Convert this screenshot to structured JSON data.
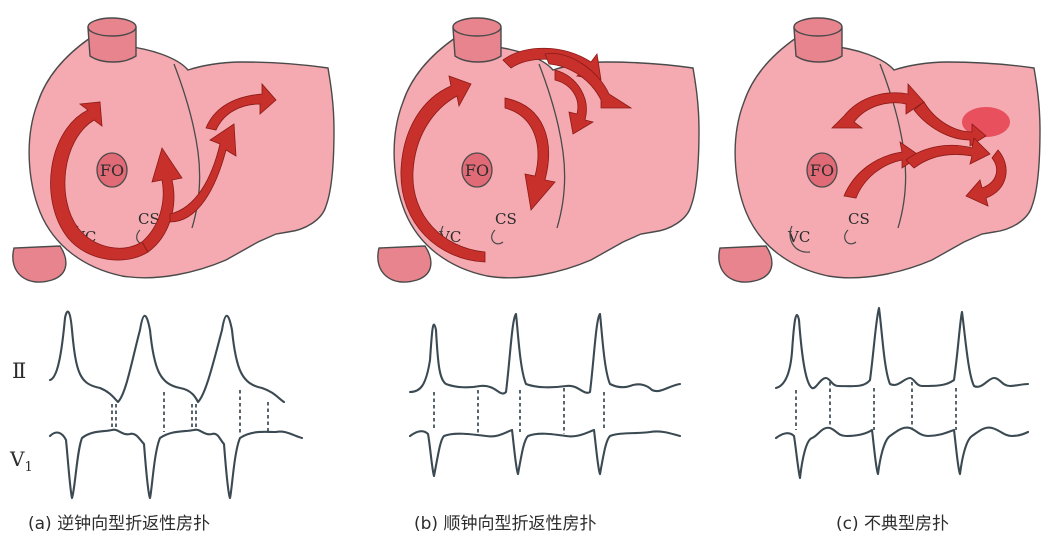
{
  "panels": [
    {
      "anatomy_labels": {
        "fo": "FO",
        "vc": "VC",
        "cs": "CS"
      },
      "caption": "(a) 逆钟向型折返性房扑"
    },
    {
      "anatomy_labels": {
        "fo": "FO",
        "vc": "VC",
        "cs": "CS"
      },
      "caption": "(b) 顺钟向型折返性房扑"
    },
    {
      "anatomy_labels": {
        "fo": "FO",
        "vc": "VC",
        "cs": "CS"
      },
      "caption": "(c) 不典型房扑"
    }
  ],
  "leads": {
    "lead_ii": "Ⅱ",
    "lead_v": "V",
    "lead_v_sub": "1"
  },
  "colors": {
    "atrium_fill": "#f4aab0",
    "vessel_fill": "#e8848e",
    "fo_fill": "#e06a76",
    "arrow_fill": "#c8302c",
    "ecg_stroke": "#3b4a52"
  }
}
